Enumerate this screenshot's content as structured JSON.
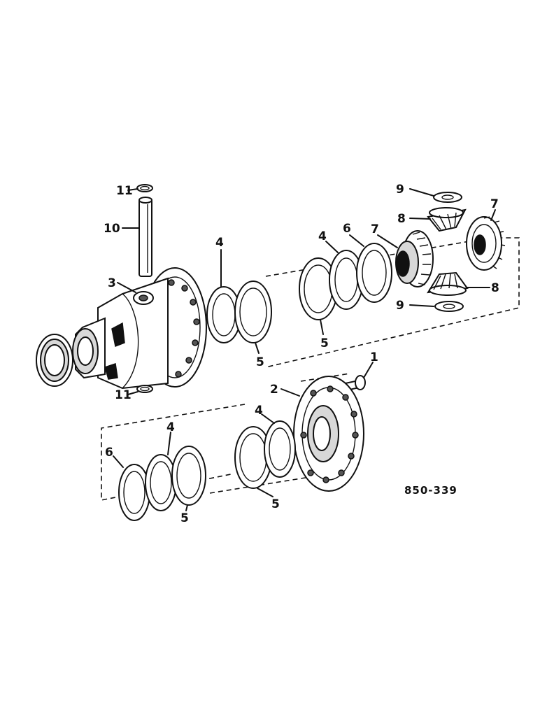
{
  "figure_code": "850-339",
  "callouts": {
    "c1": "1",
    "c2": "2",
    "c3": "3",
    "c4a": "4",
    "c4b": "4",
    "c4c": "4",
    "c4d": "4",
    "c5a": "5",
    "c5b": "5",
    "c5c": "5",
    "c5d": "5",
    "c6a": "6",
    "c6b": "6",
    "c7a": "7",
    "c7b": "7",
    "c8a": "8",
    "c8b": "8",
    "c9a": "9",
    "c9b": "9",
    "c10": "10",
    "c11a": "11",
    "c11b": "11"
  }
}
